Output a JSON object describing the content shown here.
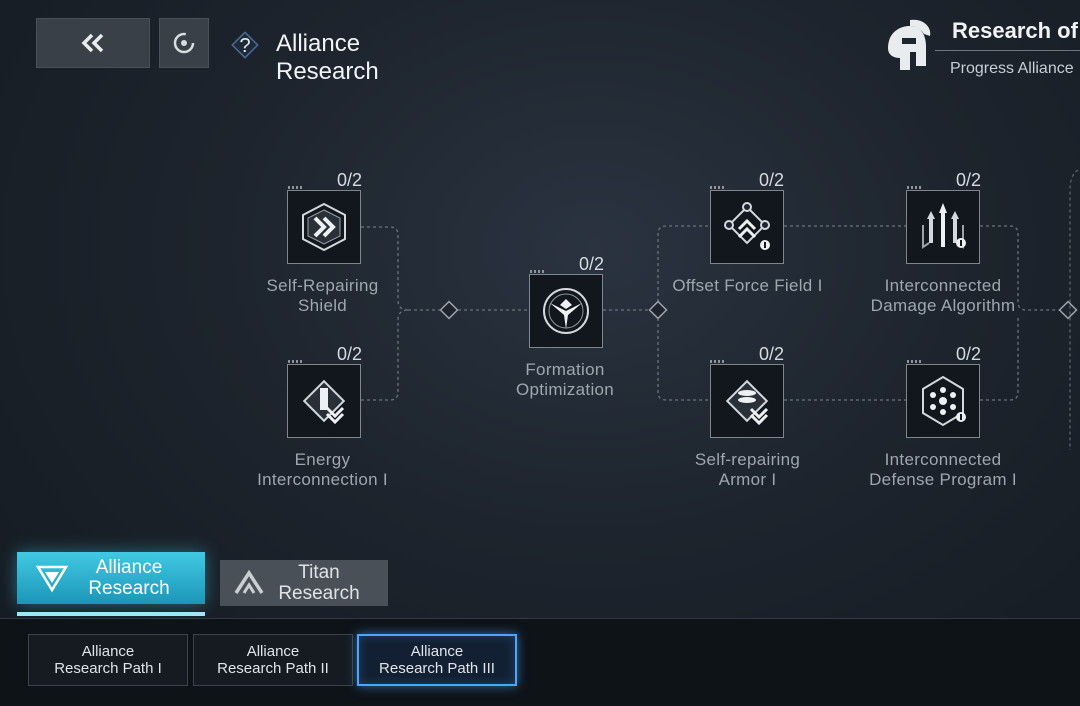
{
  "header": {
    "title": "Alliance\nResearch",
    "research_of": "Research of",
    "progress_alliance": "Progress Alliance"
  },
  "icons": {
    "back": "double-chevron-left-icon",
    "refresh": "refresh-icon",
    "help": "question-diamond-icon",
    "helmet": "spartan-helmet-icon"
  },
  "nodes": [
    {
      "id": "self-repairing-shield",
      "count": "0/2",
      "label": "Self-Repairing\nShield"
    },
    {
      "id": "energy-interconnection",
      "count": "0/2",
      "label": "Energy\nInterconnection I"
    },
    {
      "id": "formation-optimization",
      "count": "0/2",
      "label": "Formation\nOptimization"
    },
    {
      "id": "offset-force-field",
      "count": "0/2",
      "label": "Offset Force Field I"
    },
    {
      "id": "self-repairing-armor",
      "count": "0/2",
      "label": "Self-repairing\nArmor I"
    },
    {
      "id": "interconnected-damage",
      "count": "0/2",
      "label": "Interconnected\nDamage Algorithm"
    },
    {
      "id": "interconnected-defense",
      "count": "0/2",
      "label": "Interconnected\nDefense Program I"
    }
  ],
  "tabs": [
    {
      "label": "Alliance\nResearch",
      "active": true
    },
    {
      "label": "Titan\nResearch",
      "active": false
    }
  ],
  "paths": [
    {
      "label": "Alliance\nResearch Path I",
      "active": false
    },
    {
      "label": "Alliance\nResearch Path II",
      "active": false
    },
    {
      "label": "Alliance\nResearch Path III",
      "active": true
    }
  ],
  "colors": {
    "accent_cyan": "#41c9e3",
    "active_path_border": "#4aa7ff"
  }
}
